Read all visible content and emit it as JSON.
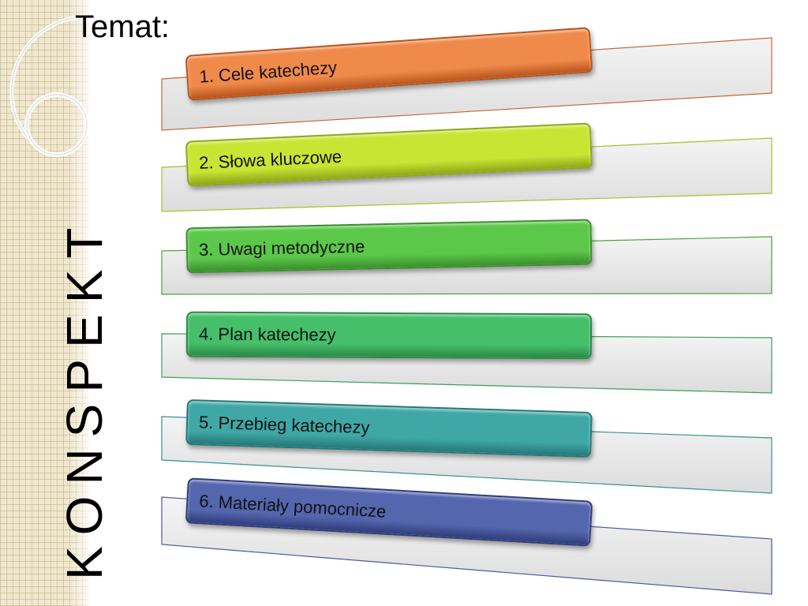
{
  "slide": {
    "title": "Temat:",
    "side_label": "KONSPEKT"
  },
  "items": [
    {
      "label": "1. Cele katechezy",
      "color": "#f08a4b",
      "border": "#b8551c"
    },
    {
      "label": "2. Słowa kluczowe",
      "color": "#c9e534",
      "border": "#8ea71a"
    },
    {
      "label": "3. Uwagi metodyczne",
      "color": "#5cc84a",
      "border": "#3a8f2c"
    },
    {
      "label": "4. Plan katechezy",
      "color": "#45bf6a",
      "border": "#2b8a47"
    },
    {
      "label": "5. Przebieg katechezy",
      "color": "#3fa8a6",
      "border": "#257877"
    },
    {
      "label": "6. Materiały pomocnicze",
      "color": "#5466ad",
      "border": "#2f3d7a"
    }
  ]
}
